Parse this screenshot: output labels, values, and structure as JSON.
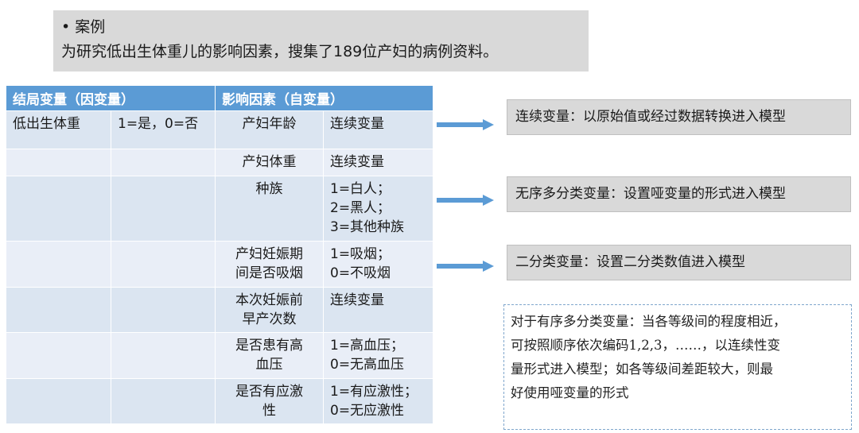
{
  "case": {
    "bullet": "•",
    "title": "案例",
    "description": "为研究低出生体重儿的影响因素，搜集了189位产妇的病例资料。"
  },
  "table": {
    "headers": [
      "结局变量（因变量）",
      "影响因素（自变量）"
    ],
    "rows": [
      {
        "outcome": "低出生体重",
        "coding": "1=是，0=否",
        "factor": [
          "产妇年龄"
        ],
        "type": [
          "连续变量"
        ]
      },
      {
        "outcome": "",
        "coding": "",
        "factor": [
          "产妇体重"
        ],
        "type": [
          "连续变量"
        ]
      },
      {
        "outcome": "",
        "coding": "",
        "factor": [
          "种族"
        ],
        "type": [
          "1=白人；",
          "2=黑人；",
          "3=其他种族"
        ]
      },
      {
        "outcome": "",
        "coding": "",
        "factor": [
          "产妇妊娠期",
          "间是否吸烟"
        ],
        "type": [
          "1=吸烟；",
          "0=不吸烟"
        ]
      },
      {
        "outcome": "",
        "coding": "",
        "factor": [
          "本次妊娠前",
          "早产次数"
        ],
        "type": [
          "连续变量"
        ]
      },
      {
        "outcome": "",
        "coding": "",
        "factor": [
          "是否患有高",
          "血压"
        ],
        "type": [
          "1=高血压；",
          "0=无高血压"
        ]
      },
      {
        "outcome": "",
        "coding": "",
        "factor": [
          "是否有应激",
          "性"
        ],
        "type": [
          "1=有应激性；",
          "0=无应激性"
        ]
      }
    ]
  },
  "notes": [
    "连续变量：以原始值或经过数据转换进入模型",
    "无序多分类变量：设置哑变量的形式进入模型",
    "二分类变量：设置二分类数值进入模型"
  ],
  "tip": {
    "lines": [
      "对于有序多分类变量：当各等级间的程度相近，",
      "可按照顺序依次编码1,2,3，……，以连续性变",
      "量形式进入模型；如各等级间差距较大，则最",
      "好使用哑变量的形式"
    ]
  },
  "colors": {
    "header_blue": "#5b9bd5",
    "row_light": "#dbe5f1",
    "arrow_blue": "#5b9bd5",
    "note_gray": "#d9d9d9"
  }
}
